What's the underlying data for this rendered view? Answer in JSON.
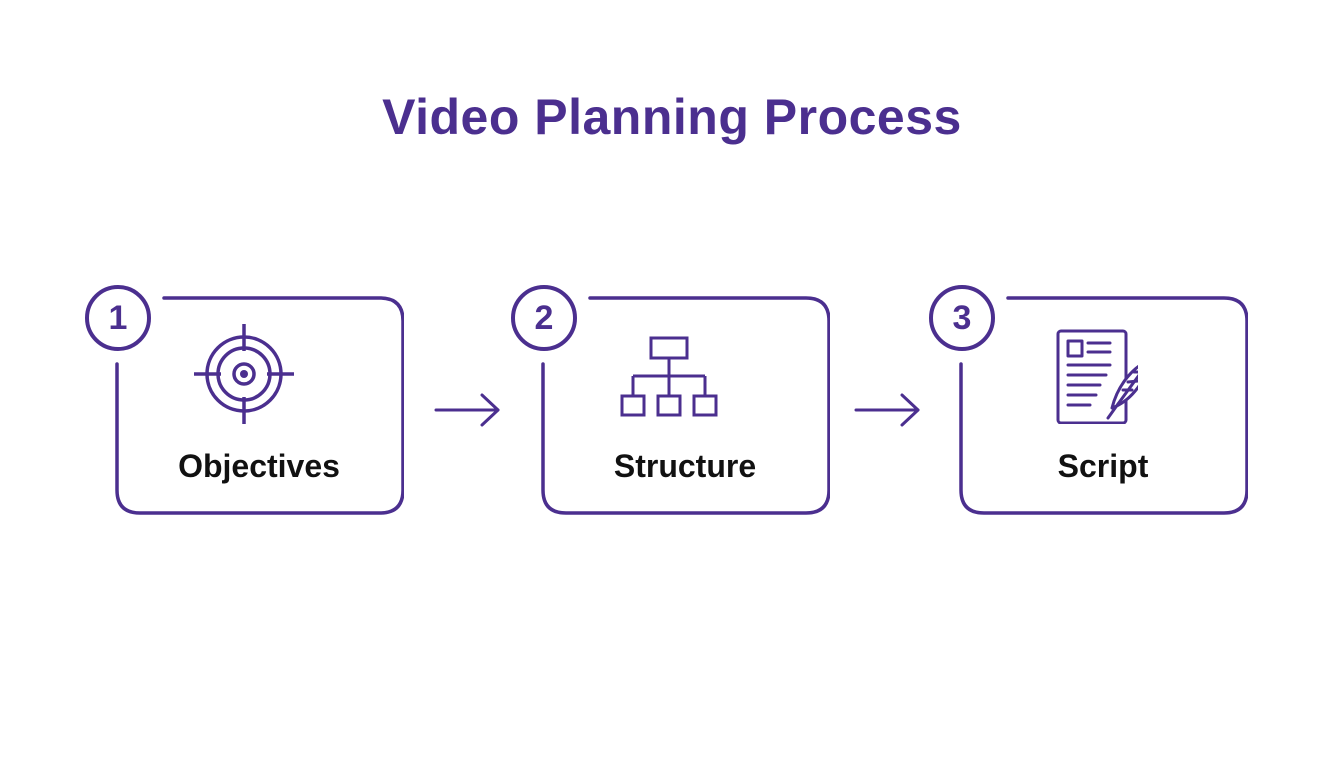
{
  "title": "Video Planning Process",
  "accent_color": "#4b2f8f",
  "steps": [
    {
      "number": "1",
      "label": "Objectives",
      "icon": "target-icon"
    },
    {
      "number": "2",
      "label": "Structure",
      "icon": "hierarchy-icon"
    },
    {
      "number": "3",
      "label": "Script",
      "icon": "document-quill-icon"
    }
  ]
}
